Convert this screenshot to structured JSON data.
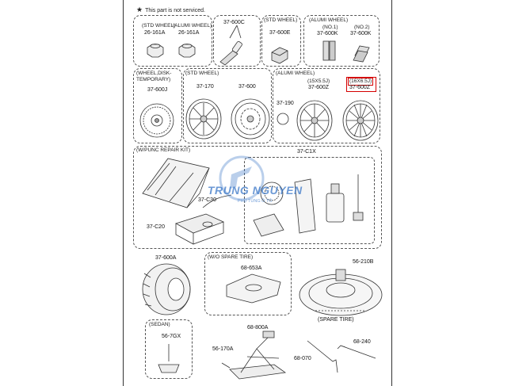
{
  "note": {
    "star": "★",
    "text": "This part is not serviced."
  },
  "top_row": {
    "std_wheel_nut": {
      "header": "(STD WHEEL)",
      "part": "26-161A"
    },
    "alumi_wheel_nut": {
      "header": "(ALUMI WHEEL)",
      "part": "26-161A"
    },
    "valve": {
      "part": "37-600C"
    },
    "std_wheel_weight": {
      "header": "(STD WHEEL)",
      "part": "37-600E"
    },
    "alumi_weight": {
      "header": "(ALUMI WHEEL)",
      "no1": "(NO.1)",
      "no2": "(NO.2)",
      "part1": "37-600K",
      "part2": "37-600K"
    }
  },
  "wheels": {
    "temporary": {
      "header": "(WHEEL,DISK-\nTEMPORARY)",
      "part": "37-600J"
    },
    "std": {
      "header": "(STD WHEEL)",
      "part1": "37-170",
      "part2": "37-600"
    },
    "alumi": {
      "header": "(ALUMI WHEEL)",
      "cap": "37-190",
      "size1": "(15X5.5J)",
      "part1": "37-600Z",
      "size2": "(16X6.5J)",
      "part2": "37-600Z"
    }
  },
  "repair_kit": {
    "header": "(W/PUNC REPAIR KIT)",
    "kit_part": "37-C1X",
    "compressor": "37-C20",
    "item": "37-C30"
  },
  "bottom": {
    "tire": {
      "part": "37-600A"
    },
    "no_spare": {
      "header": "(W/O SPARE TIRE)",
      "part": "68-653A"
    },
    "spare_bolt": {
      "part": "56-210B"
    },
    "spare_label": "(SPARE TIRE)",
    "sedan": {
      "header": "(SEDAN)",
      "part": "56-7GX"
    },
    "jack": {
      "part": "68-800A",
      "base": "56-170A"
    },
    "handle": {
      "part": "68-070"
    },
    "wrench": {
      "part": "68-240"
    }
  },
  "watermark": {
    "text": "TRUNG NGUYEN",
    "sub": "PHỤ TÙNG Ô TÔ"
  },
  "colors": {
    "highlight": "#d40000",
    "watermark": "#3b78c8"
  }
}
